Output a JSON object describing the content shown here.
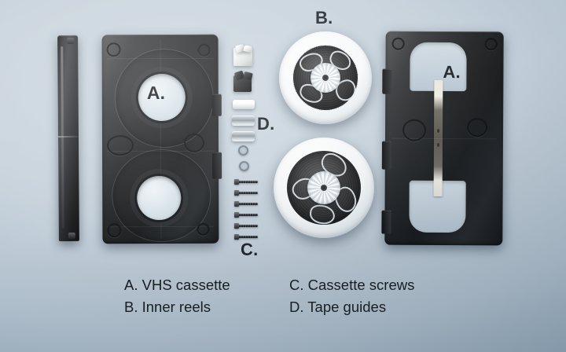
{
  "scene": {
    "subject": "Disassembled VHS cassette exploded view",
    "background_color": "#c3cfd9",
    "shell_color": "#1a1c1e",
    "reel_flange_color": "#ffffff",
    "tape_color": "#1b1c1d"
  },
  "callouts": [
    {
      "id": "a-left",
      "label": "A.",
      "target": "left-shell-half-hub-window"
    },
    {
      "id": "b-top",
      "label": "B.",
      "target": "upper-inner-reel"
    },
    {
      "id": "d-mid",
      "label": "D.",
      "target": "tape-guide-rollers"
    },
    {
      "id": "c-bottom",
      "label": "C.",
      "target": "cassette-screws"
    },
    {
      "id": "a-right",
      "label": "A.",
      "target": "right-shell-half-window"
    }
  ],
  "legend": {
    "items": [
      {
        "key": "A.",
        "text": "A. VHS cassette"
      },
      {
        "key": "C.",
        "text": "C. Cassette screws"
      },
      {
        "key": "B.",
        "text": "B. Inner reels"
      },
      {
        "key": "D.",
        "text": "D. Tape guides"
      }
    ]
  },
  "parts": {
    "door": {
      "name": "front-door-flap"
    },
    "left_half": {
      "name": "left-shell-half",
      "hub_windows": 2
    },
    "right_half": {
      "name": "right-shell-half",
      "windows": 2
    },
    "reels": [
      {
        "name": "upper-inner-reel"
      },
      {
        "name": "lower-inner-reel"
      }
    ],
    "clips": [
      {
        "name": "white-spring-clip"
      },
      {
        "name": "black-spring-clip"
      }
    ],
    "rollers": [
      {
        "name": "white-tape-roller"
      },
      {
        "name": "metal-tape-guide-upper"
      },
      {
        "name": "metal-tape-guide-lower"
      }
    ],
    "washers": [
      {
        "name": "small-washer-upper"
      },
      {
        "name": "small-washer-lower"
      }
    ],
    "screws": [
      {
        "name": "cassette-screw-1"
      },
      {
        "name": "cassette-screw-2"
      },
      {
        "name": "cassette-screw-3"
      },
      {
        "name": "cassette-screw-4"
      },
      {
        "name": "cassette-screw-5"
      },
      {
        "name": "cassette-screw-6"
      }
    ]
  }
}
